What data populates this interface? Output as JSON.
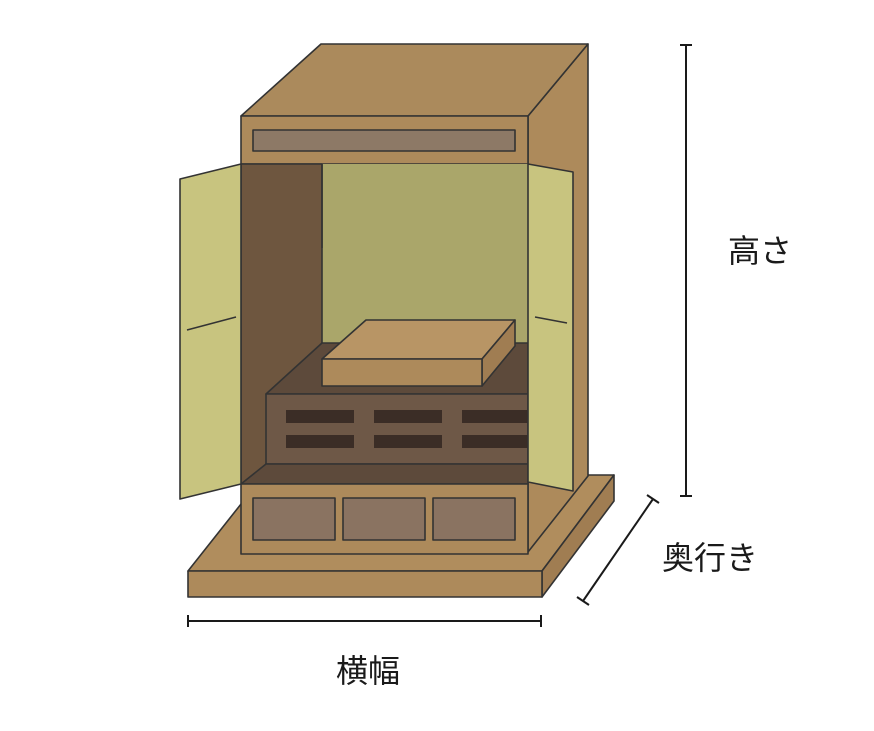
{
  "labels": {
    "height": "高さ",
    "depth": "奥行き",
    "width": "横幅"
  },
  "colors": {
    "wood_face": "#ad8a5b",
    "wood_top": "#ab8a5c",
    "wood_dark": "#6e563f",
    "interior_back": "#aaa66a",
    "door_panel": "#c8c47f",
    "altar_dark": "#5d4a3b",
    "slot": "#3b2d26",
    "drawer": "#8a7361",
    "top_strip": "#8d7966"
  },
  "icons": {
    "cabinet": "butsudan-cabinet-illustration"
  }
}
